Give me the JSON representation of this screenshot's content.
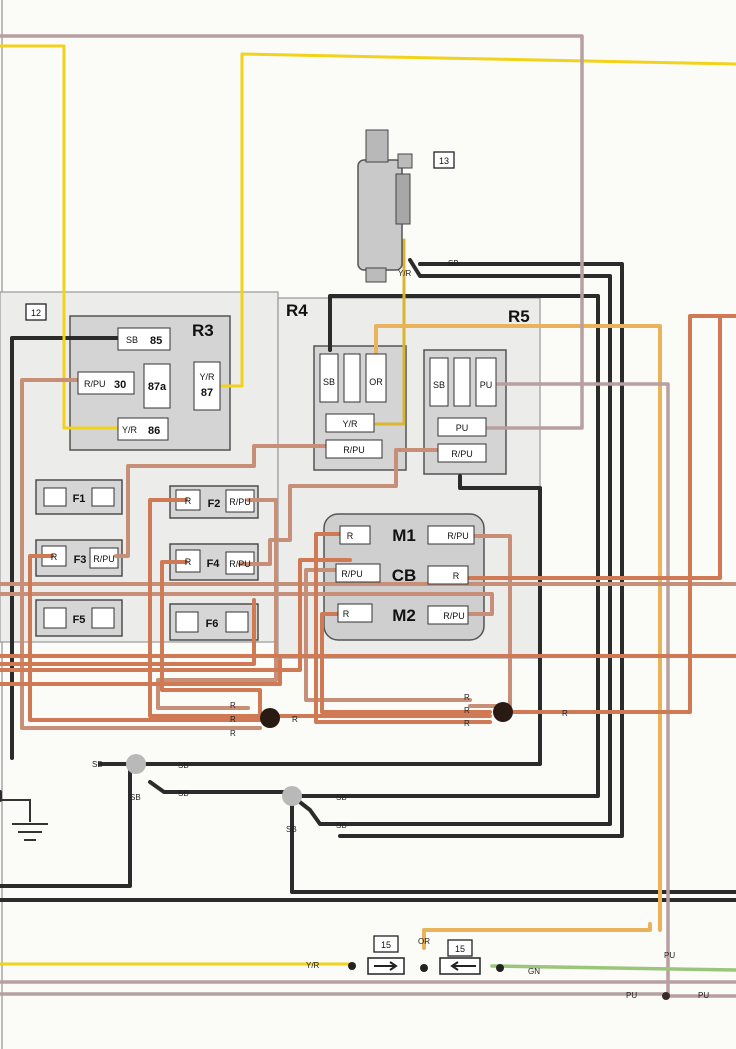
{
  "palette": {
    "black": "#2a2a2a",
    "yellow": "#f2d21a",
    "yellow_red": "#e9c21f",
    "red": "#cc7a58",
    "red_purple": "#c9937a",
    "purple": "#b9a2a2",
    "orange": "#e9b25a",
    "green": "#9fc77f",
    "box_fill": "#d6d6d6",
    "panel_fill": "#ececea"
  },
  "labels": {
    "component_13": "13",
    "component_12": "12",
    "component_15a": "15",
    "component_15b": "15",
    "r3": "R3",
    "r4": "R4",
    "r5": "R5",
    "f1": "F1",
    "f2": "F2",
    "f3": "F3",
    "f4": "F4",
    "f5": "F5",
    "f6": "F6",
    "m1": "M1",
    "cb": "CB",
    "m2": "M2"
  },
  "r3_pins": {
    "sb_85_wire": "SB",
    "p85": "85",
    "rpu_30_wire": "R/PU",
    "p30": "30",
    "p87a": "87a",
    "yr_87_wire": "Y/R",
    "p87": "87",
    "yr_86_wire": "Y/R",
    "p86": "86"
  },
  "r4_pins": {
    "sb": "SB",
    "or": "OR",
    "yr": "Y/R",
    "rpu": "R/PU"
  },
  "r5_pins": {
    "sb": "SB",
    "pu_top": "PU",
    "pu": "PU",
    "rpu": "R/PU"
  },
  "fuse_pins": {
    "f2_r": "R",
    "f2_rpu": "R/PU",
    "f3_r": "R",
    "f3_rpu": "R/PU",
    "f4_r": "R",
    "f4_rpu": "R/PU"
  },
  "module_pins": {
    "m1_left": "R",
    "m1_right": "R/PU",
    "cb_left": "R/PU",
    "cb_right": "R",
    "m2_left": "R",
    "m2_right": "R/PU"
  },
  "wire_labels": {
    "sensor_sb": "SB",
    "sensor_yr": "Y/R",
    "r1": "R",
    "r2": "R",
    "r3": "R",
    "r_out": "R",
    "r4": "R",
    "r5": "R",
    "r6": "R",
    "r_right": "R",
    "sb1": "SB",
    "sb2": "SB",
    "sb3": "SB",
    "sb4": "SB",
    "sb5": "SB",
    "sb6": "SB",
    "sb7": "SB",
    "yr_bottom": "Y/R",
    "or_bottom": "OR",
    "gn_bottom": "GN",
    "pu_right": "PU",
    "pu_bottom1": "PU",
    "pu_bottom2": "PU"
  }
}
